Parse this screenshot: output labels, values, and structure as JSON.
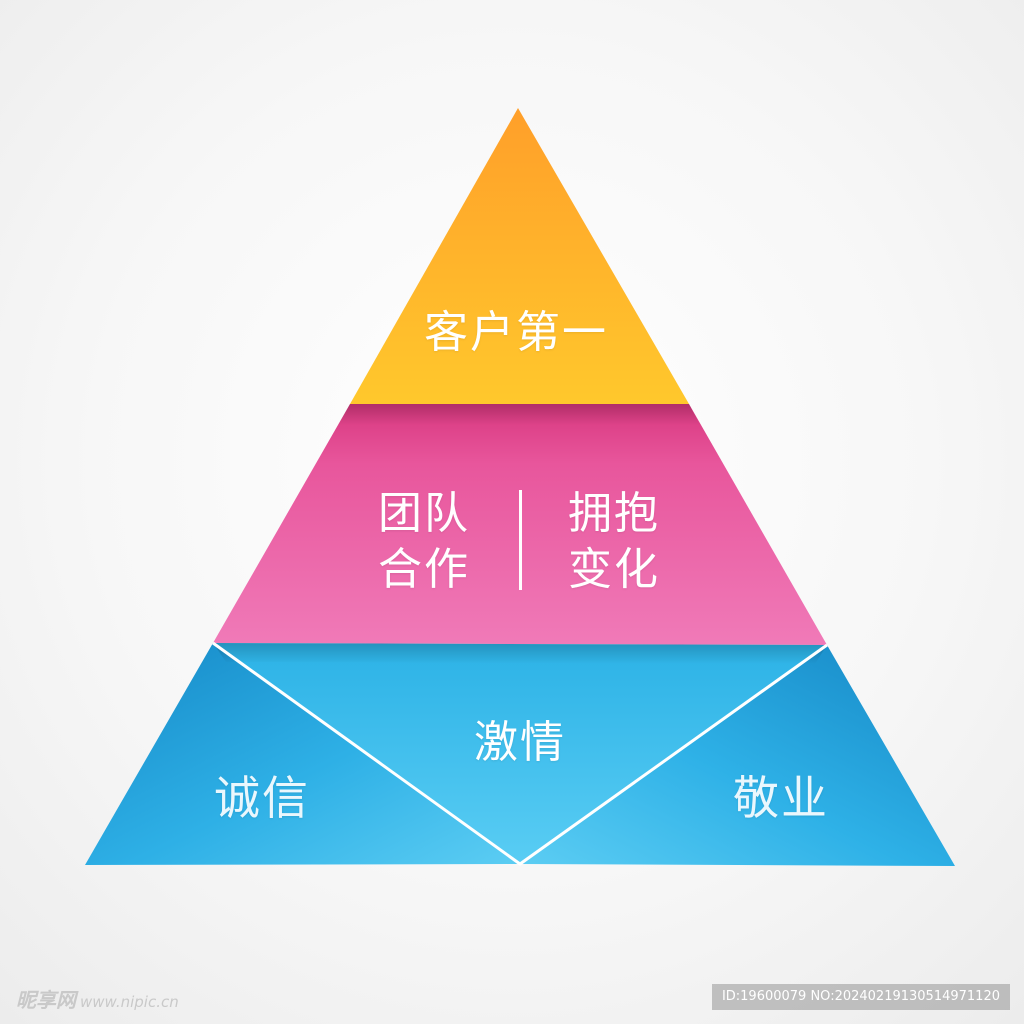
{
  "pyramid": {
    "top": {
      "text": "客户第一",
      "color": "#ffb62a"
    },
    "middle": {
      "left_line1": "团队",
      "left_line2": "合作",
      "right_line1": "拥抱",
      "right_line2": "变化",
      "color": "#ec6aa8"
    },
    "bottom": {
      "center": "激情",
      "left": "诚信",
      "right": "敬业",
      "color": "#3ec4ee"
    }
  },
  "watermark": {
    "logo_text": "昵享网",
    "site": "www.nipic.cn",
    "id_text": "ID:19600079 NO:20240219130514971120"
  }
}
